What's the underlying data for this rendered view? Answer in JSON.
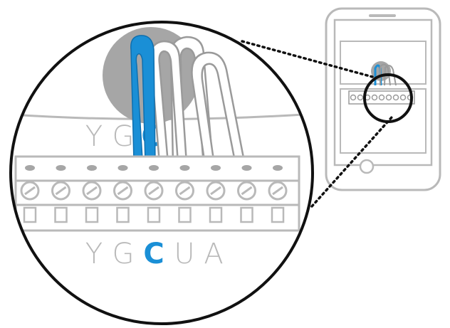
{
  "colors": {
    "accent_blue": "#1a8fd6",
    "line_gray": "#b9b9b9",
    "wire_outline": "#9a9a9a",
    "hole_gray": "#a6a6a6",
    "dark_outline": "#111111",
    "background": "#ffffff"
  },
  "terminals": {
    "upper_labels": [
      {
        "text": "Y",
        "highlight": false
      },
      {
        "text": "G",
        "highlight": false
      },
      {
        "text": "C",
        "highlight": true
      }
    ],
    "lower_labels": [
      {
        "text": "Y",
        "highlight": false
      },
      {
        "text": "G",
        "highlight": false
      },
      {
        "text": "C",
        "highlight": true
      },
      {
        "text": "U",
        "highlight": false
      },
      {
        "text": "A",
        "highlight": false
      }
    ],
    "screw_count": 9
  },
  "icons": {
    "phone": "smartphone-icon",
    "magnifier": "zoom-circle-icon"
  }
}
